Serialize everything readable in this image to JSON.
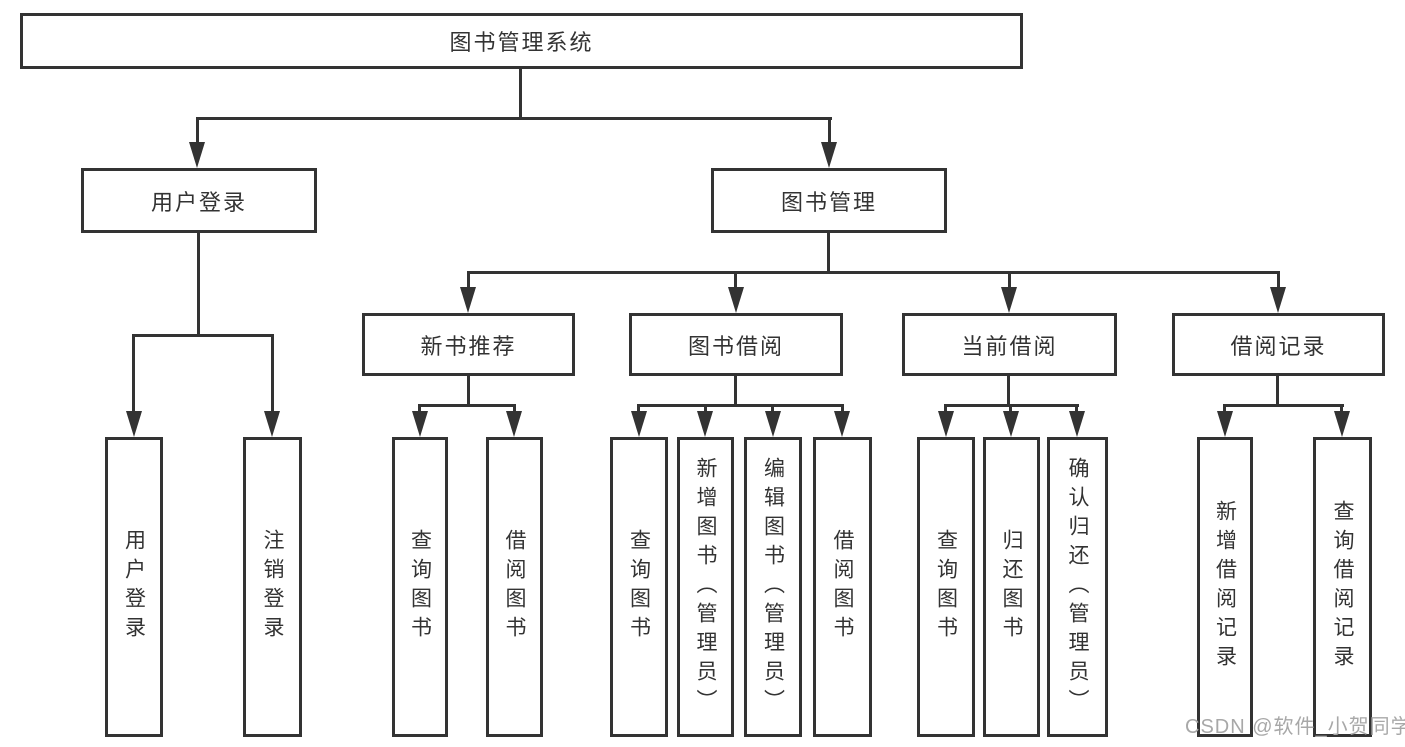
{
  "diagram": {
    "title": "图书管理系统",
    "level2": {
      "user_login": "用户登录",
      "book_mgmt": "图书管理"
    },
    "level3": {
      "new_book": "新书推荐",
      "borrow": "图书借阅",
      "current": "当前借阅",
      "records": "借阅记录"
    },
    "leaves": {
      "ul_login": "用户登录",
      "ul_logout": "注销登录",
      "nb_query": "查询图书",
      "nb_borrow": "借阅图书",
      "bb_query": "查询图书",
      "bb_add": "新增图书（管理员）",
      "bb_edit": "编辑图书（管理员）",
      "bb_borrow": "借阅图书",
      "cb_query": "查询图书",
      "cb_return": "归还图书",
      "cb_confirm": "确认归还（管理员）",
      "rc_add": "新增借阅记录",
      "rc_query": "查询借阅记录"
    }
  },
  "watermark": {
    "text": "CSDN @软件_小贺同学",
    "color": "#a8a8a8"
  },
  "colors": {
    "line": "#333333",
    "text": "#333333",
    "background": "#ffffff"
  }
}
